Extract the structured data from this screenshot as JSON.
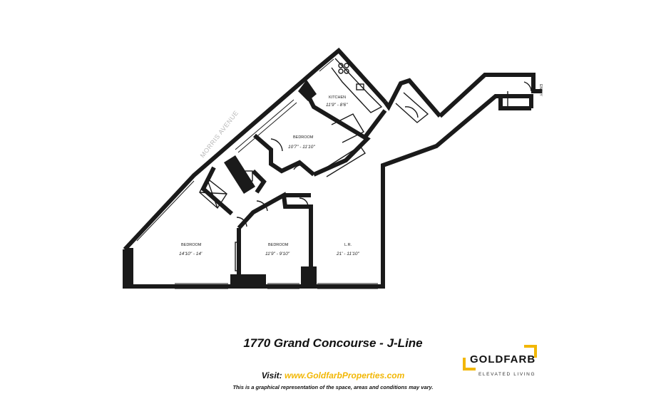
{
  "floorplan": {
    "street_label": "MORRIS AVENUE",
    "entry_label": "ENTRY",
    "rooms": [
      {
        "name": "KITCHEN",
        "dimensions": "11'9\" - 8'6\""
      },
      {
        "name": "BEDROOM",
        "dimensions": "10'7\" - 11'10\""
      },
      {
        "name": "BEDROOM",
        "dimensions": "14'10\" - 14'"
      },
      {
        "name": "BEDROOM",
        "dimensions": "11'9\" - 9'10\""
      },
      {
        "name": "L.R.",
        "dimensions": "21' - 11'10\""
      }
    ]
  },
  "footer": {
    "title": "1770 Grand Concourse - J-Line",
    "visit_label": "Visit: ",
    "visit_url": "www.GoldfarbProperties.com",
    "disclaimer": "This is a graphical representation of the space, areas and conditions may vary."
  },
  "logo": {
    "name": "GOLDFARB",
    "tagline": "ELEVATED LIVING"
  },
  "colors": {
    "accent": "#f2b705",
    "ink": "#1a1a1a"
  }
}
